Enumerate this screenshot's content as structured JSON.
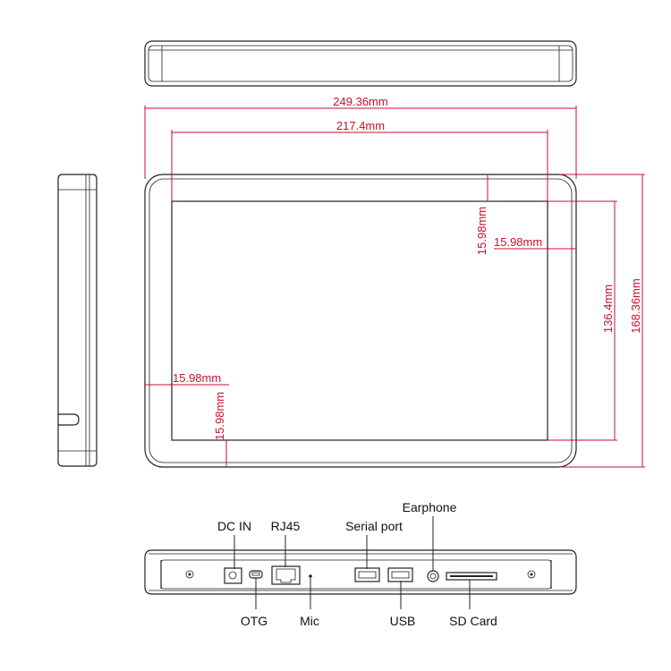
{
  "colors": {
    "dimension": "#c8102e",
    "outline": "#222222",
    "background": "#ffffff"
  },
  "dimensions": {
    "overall_width": "249.36mm",
    "screen_width": "217.4mm",
    "top_margin": "15.98mm",
    "right_margin": "15.98mm",
    "left_margin": "15.98mm",
    "bottom_margin": "15.98mm",
    "screen_height": "136.4mm",
    "overall_height": "168.36mm"
  },
  "ports": {
    "dc_in": "DC IN",
    "rj45": "RJ45",
    "serial_port": "Serial port",
    "earphone": "Earphone",
    "otg": "OTG",
    "mic": "Mic",
    "usb": "USB",
    "sd_card": "SD Card"
  }
}
